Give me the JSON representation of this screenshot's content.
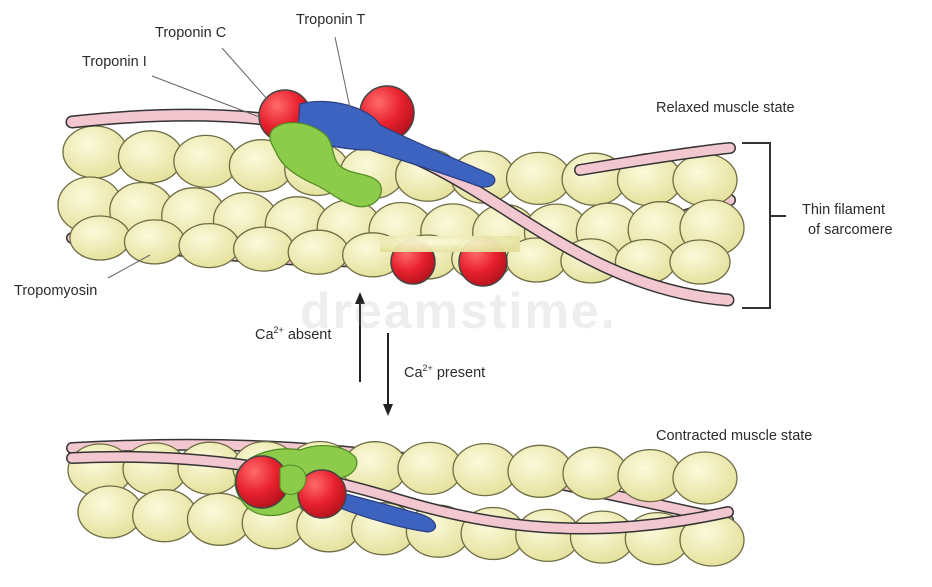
{
  "labels": {
    "troponin_c": "Troponin C",
    "troponin_t": "Troponin T",
    "troponin_i": "Troponin I",
    "tropomyosin": "Tropomyosin",
    "relaxed": "Relaxed muscle state",
    "contracted": "Contracted muscle state",
    "thin_filament_line1": "Thin filament",
    "thin_filament_line2": "of sarcomere",
    "ca_symbol": "Ca",
    "ca_charge": "2+",
    "ca_absent": "absent",
    "ca_present": "present"
  },
  "watermark": "dreamstime.",
  "colors": {
    "actin_fill": "#f2efb4",
    "actin_stroke": "#6f6d45",
    "tropomyosin_fill": "#f3c7d0",
    "troponin_c_red": "#e8212e",
    "troponin_t_blue": "#3d63c0",
    "troponin_i_green": "#8ccc4a"
  }
}
